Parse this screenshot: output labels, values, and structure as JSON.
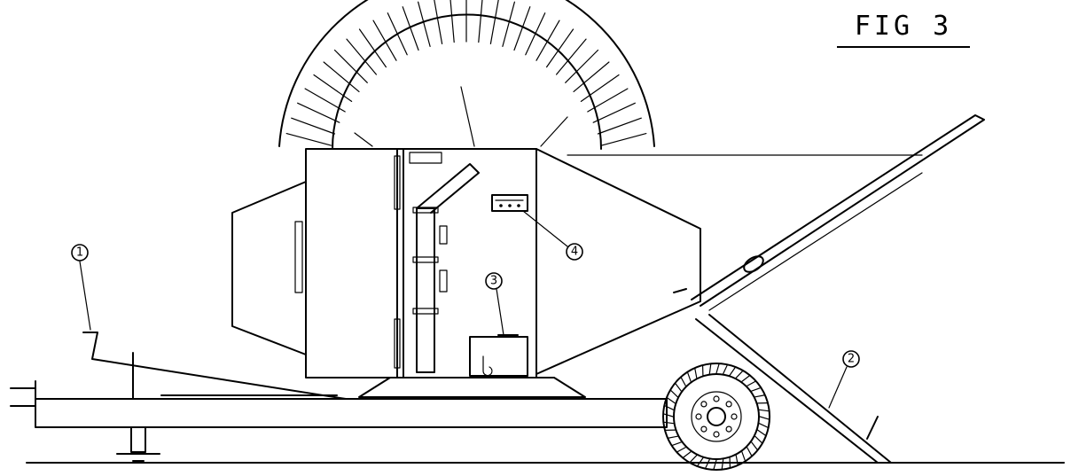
{
  "figure": {
    "title": "FIG 3"
  },
  "callouts": [
    {
      "id": "c1",
      "label": "1"
    },
    {
      "id": "c2",
      "label": "2"
    },
    {
      "id": "c3",
      "label": "3"
    },
    {
      "id": "c4",
      "label": "4"
    }
  ],
  "colors": {
    "ink": "#000000",
    "paper": "#ffffff"
  }
}
